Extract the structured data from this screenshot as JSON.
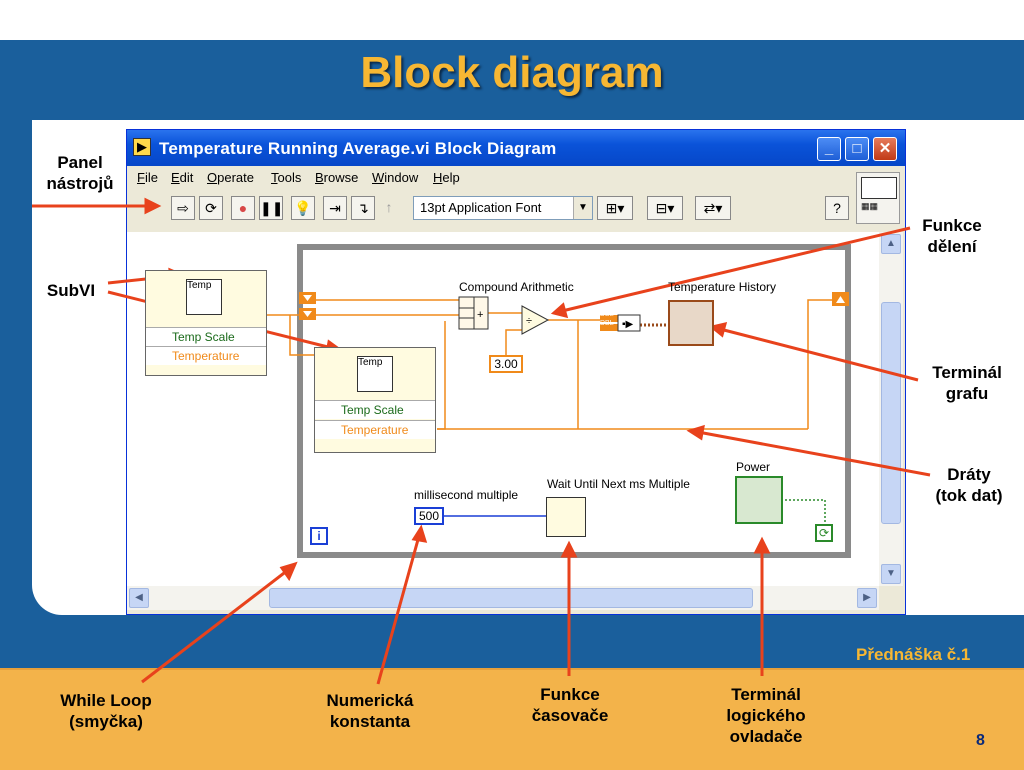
{
  "slide": {
    "title": "Block diagram",
    "lecture": "Přednáška č.1",
    "page_number": "8"
  },
  "labels": {
    "panel_nastroju": [
      "Panel",
      "nástrojů"
    ],
    "subvi": "SubVI",
    "funkce_deleni": [
      "Funkce",
      "dělení"
    ],
    "terminal_grafu": [
      "Terminál",
      "grafu"
    ],
    "draty": [
      "Dráty",
      "(tok dat)"
    ],
    "while_loop": [
      "While Loop",
      "(smyčka)"
    ],
    "numericka_konstanta": [
      "Numerická",
      "konstanta"
    ],
    "funkce_casovace": [
      "Funkce",
      "časovače"
    ],
    "terminal_ovladace": [
      "Terminál",
      "logického",
      "ovladače"
    ]
  },
  "window": {
    "title": "Temperature Running Average.vi Block Diagram",
    "menu": [
      "File",
      "Edit",
      "Operate",
      "Tools",
      "Browse",
      "Window",
      "Help"
    ],
    "menu_underline": [
      "F",
      "E",
      "O",
      "T",
      "B",
      "W",
      "H"
    ],
    "font_select": "13pt Application Font",
    "help_button": "?"
  },
  "diagram": {
    "subvi_icon_text": "Temp",
    "subvi_row1": "Temp Scale",
    "subvi_row2": "Temperature",
    "compound_arithmetic": "Compound Arithmetic",
    "temperature_history": "Temperature History",
    "constant_3": "3.00",
    "millisecond_multiple": "millisecond multiple",
    "constant_500": "500",
    "wait_label": "Wait Until Next ms Multiple",
    "power_label": "Power",
    "loop_iteration": "i",
    "dbl_tag": "DBL"
  },
  "colors": {
    "band": "#1a5f9c",
    "bottom": "#f3b34a",
    "title": "#f7b733",
    "arrow": "#e8421c",
    "wire_orange": "#f08a1a",
    "wire_blue": "#1a3fd6",
    "wire_green": "#2a8a2a"
  }
}
